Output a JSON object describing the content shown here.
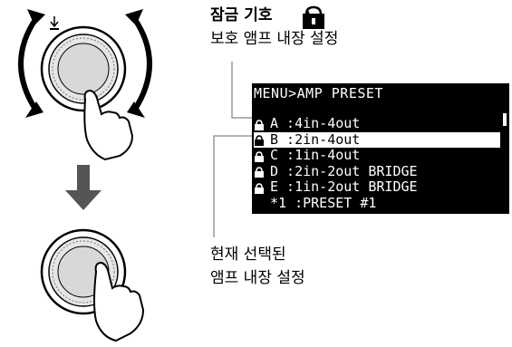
{
  "lock_heading": "잠금 기호",
  "lock_heading_colon": ":",
  "lock_desc": "보호 앰프 내장 설정",
  "selected_desc_line1": "현재 선택된",
  "selected_desc_line2": "앰프 내장 설정",
  "lcd": {
    "header": "MENU>AMP PRESET",
    "rows": [
      {
        "text": "A :4in-4out",
        "lock": true,
        "selected": false
      },
      {
        "text": "B :2in-4out",
        "lock": true,
        "selected": true
      },
      {
        "text": "C :1in-4out",
        "lock": true,
        "selected": false
      },
      {
        "text": "D :2in-2out BRIDGE",
        "lock": true,
        "selected": false
      },
      {
        "text": "E :1in-2out BRIDGE",
        "lock": true,
        "selected": false
      },
      {
        "text": "*1 :PRESET #1",
        "lock": false,
        "selected": false
      }
    ]
  },
  "icons": [
    "lock-icon",
    "rotary-knob-icon",
    "hand-icon",
    "curved-arrow-icon",
    "down-arrow-icon"
  ]
}
